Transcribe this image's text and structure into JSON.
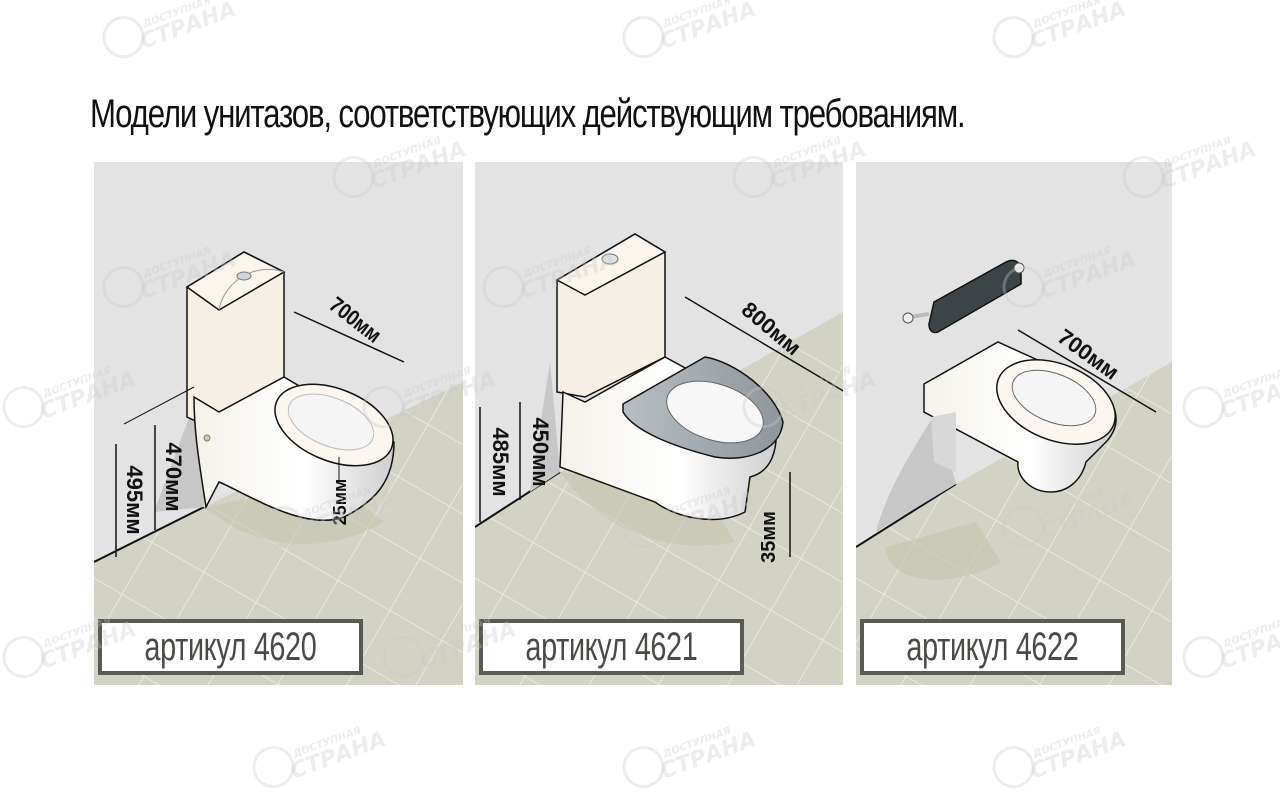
{
  "title": "Модели унитазов, соответствующих действующим требованиям.",
  "watermark": {
    "line1": "ДОСТУПНАЯ",
    "line2": "СТРАНА"
  },
  "colors": {
    "wall": "#e3e3e3",
    "floor": "#d3d3c5",
    "tile_line": "#f2f2ea",
    "label_border": "#5a5a55",
    "label_text": "#4a4a47",
    "seat_grey": "#9da3a7",
    "cistern_dark": "#3c4447"
  },
  "panels": [
    {
      "id": "4620",
      "label": "артикул 4620",
      "dims": {
        "length": "700мм",
        "height_total": "495мм",
        "height_seat": "470мм",
        "seat_thickness": "25мм"
      }
    },
    {
      "id": "4621",
      "label": "артикул 4621",
      "dims": {
        "length": "800мм",
        "height_total": "485мм",
        "height_seat": "450мм",
        "seat_thickness": "35мм"
      }
    },
    {
      "id": "4622",
      "label": "артикул 4622",
      "dims": {
        "length": "700мм"
      }
    }
  ]
}
